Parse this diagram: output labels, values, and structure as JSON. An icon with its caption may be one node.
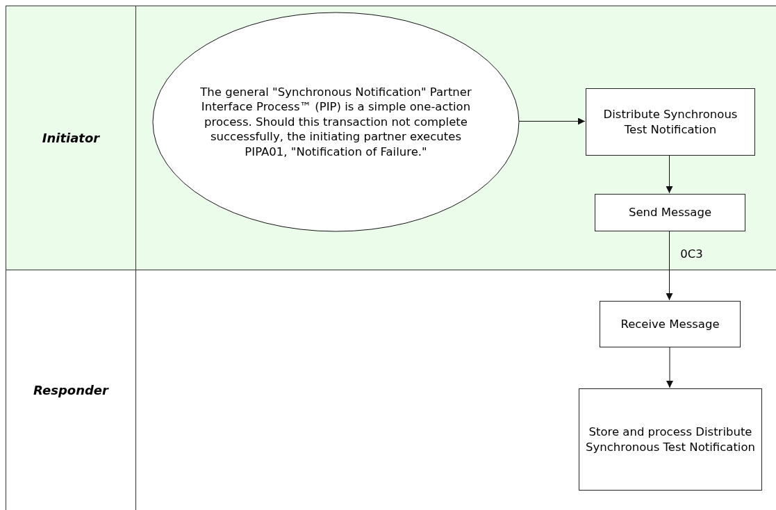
{
  "diagram": {
    "nodes": [
      {
        "text": [
          "Initiator"
        ]
      },
      {
        "text": [
          "The general \"Synchronous Notification\" Partner Interface Process™ (PIP) is a simple one-action process. Should this transaction not complete successfully, the initiating partner executes PIPA01, \"Notification of Failure.\""
        ],
        "in": 0
      },
      {
        "text": [
          "Distribute Synchronous Test Notification"
        ],
        "in": 0
      },
      {
        "text": [
          "Send Message"
        ],
        "in": 0
      },
      {
        "text": [
          "Responder"
        ]
      },
      {
        "text": [
          "Receive Message"
        ],
        "in": 4
      },
      {
        "text": [
          "Store and process Distribute Synchronous Test Notification"
        ],
        "in": 4
      }
    ],
    "edges": [
      {
        "from": 1,
        "to": 2,
        "arrow": "to"
      },
      {
        "from": 2,
        "to": 3,
        "arrow": "to"
      },
      {
        "from": 3,
        "to": 5,
        "label": "0C3",
        "arrow": "to"
      },
      {
        "from": 5,
        "to": 6,
        "arrow": "to"
      }
    ]
  }
}
